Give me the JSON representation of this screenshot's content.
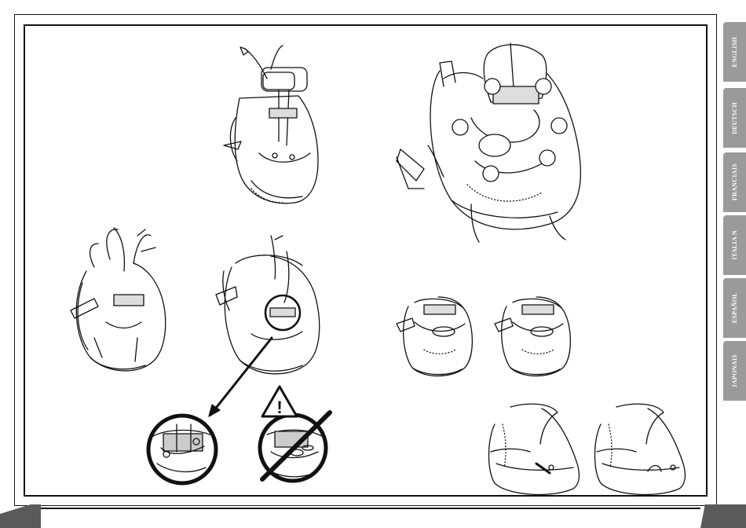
{
  "language_tabs": [
    {
      "label": "ENGLISH"
    },
    {
      "label": "DEUTSCH"
    },
    {
      "label": "FRANCIAIS"
    },
    {
      "label": "ITALIA N"
    },
    {
      "label": "ESPAÑOL"
    },
    {
      "label": "JAPONAIS"
    }
  ],
  "illustrations": {
    "warning_symbol": "!",
    "step_markers": [
      "",
      "",
      "",
      "",
      "",
      ""
    ]
  },
  "colors": {
    "tab_gray": "#9a9a9a",
    "corner_dark": "#5a5a5a",
    "line": "#111111"
  }
}
